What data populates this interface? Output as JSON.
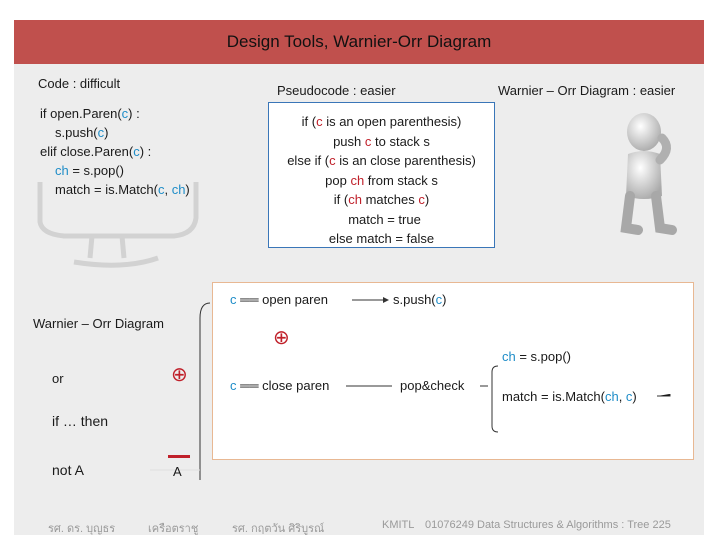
{
  "title": "Design Tools, Warnier-Orr Diagram",
  "labels": {
    "code": "Code : difficult",
    "pseudocode": "Pseudocode : easier",
    "warnier": "Warnier – Orr  Diagram : easier"
  },
  "code": {
    "line1_a": "if open.Paren(",
    "line1_c": "c",
    "line1_b": ") :",
    "line2_a": "s.push(",
    "line2_c": "c",
    "line2_b": ")",
    "line3_a": "elif close.Paren(",
    "line3_c": "c",
    "line3_b": ") :",
    "line4_a": "ch",
    "line4_b": " = s.pop()",
    "line5_a": "match = is.Match(",
    "line5_c": "c",
    "line5_sep": ", ",
    "line5_ch": "ch",
    "line5_b": ")"
  },
  "pseudo": {
    "l1_a": "if (",
    "l1_c": "c",
    "l1_b": " is an open parenthesis)",
    "l2_a": "push ",
    "l2_c": "c",
    "l2_b": " to stack s",
    "l3_a": "else if (",
    "l3_c": "c",
    "l3_b": " is an close parenthesis)",
    "l4_a": "pop ",
    "l4_ch": "ch",
    "l4_b": " from stack s",
    "l5_a": "if (",
    "l5_ch": "ch",
    "l5_mid": " matches ",
    "l5_c": "c",
    "l5_b": ")",
    "l6": "match = true",
    "l7": "else match = false"
  },
  "diagram": {
    "n1_c": "c",
    "n1_rest": " ══ open paren",
    "n1_action": "s.push(",
    "n1_action_c": "c",
    "n1_action_end": ")",
    "xor": "⊕",
    "n2_c": "c",
    "n2_rest": " ══ close paren",
    "n2_action": "pop&check",
    "n3_ch": "ch",
    "n3_rest": " = s.pop()",
    "n4_a": "match = is.Match(",
    "n4_ch": "ch",
    "n4_sep": ", ",
    "n4_c": "c",
    "n4_b": ")"
  },
  "legend": {
    "title": "Warnier – Orr Diagram",
    "or_label": "or",
    "or_symbol": "⊕",
    "if_label": "if … then",
    "not_label": "not A",
    "not_symbol": "A"
  },
  "footer": {
    "left": "รศ. ดร. บุญธร",
    "left2": "เครือตราชู",
    "mid": "รศ. กฤตวัน   ศิริบูรณ์",
    "kmitl": "KMITL",
    "course": "01076249 Data Structures & Algorithms : Tree 225"
  },
  "colors": {
    "title_bar": "#c0504d",
    "accent_red": "#c0202a",
    "accent_blue": "#1f8dc8",
    "box_blue": "#3a76b8",
    "box_orange": "#e8b893"
  }
}
